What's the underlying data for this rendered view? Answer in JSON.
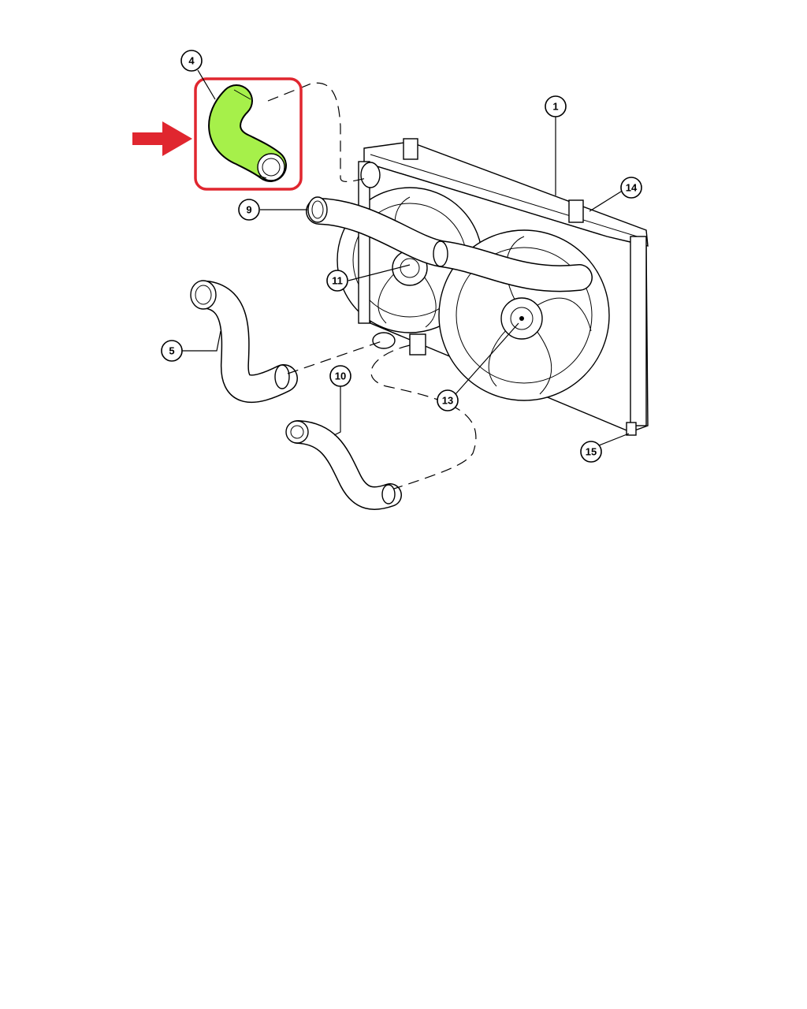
{
  "callouts": {
    "c1": "1",
    "c4": "4",
    "c5": "5",
    "c9": "9",
    "c10": "10",
    "c11": "11",
    "c13": "13",
    "c14": "14",
    "c15": "15"
  },
  "colors": {
    "highlight_hose": "#a6f04a",
    "highlight_box": "#e0262f",
    "arrow": "#e0262f"
  }
}
